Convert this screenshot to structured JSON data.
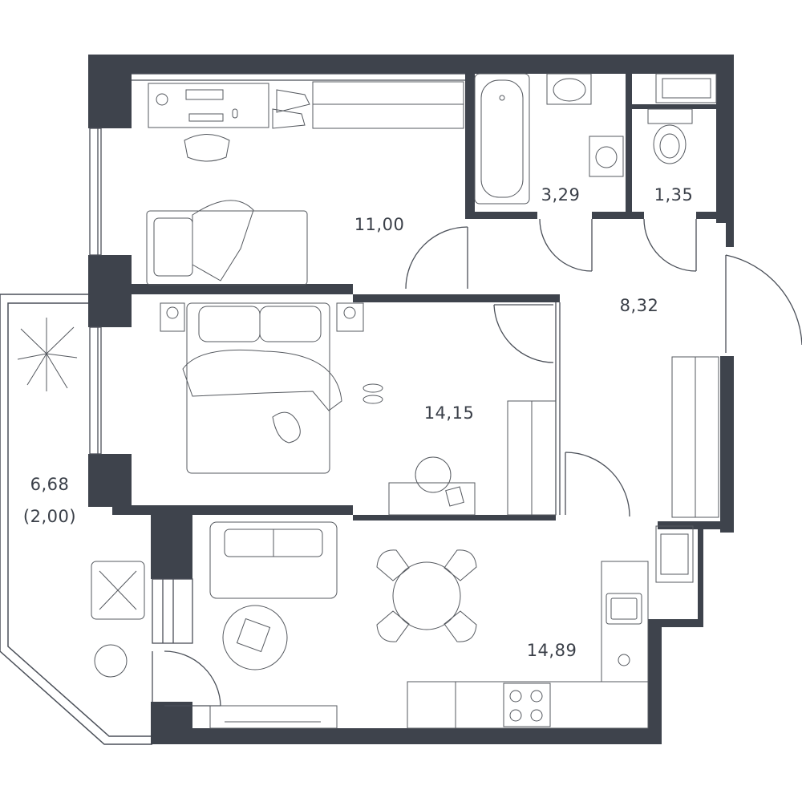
{
  "plan": {
    "wall_color": "#3e434c",
    "line_color": "#4a4f58",
    "rooms": [
      {
        "id": "bedroom-small",
        "area": "11,00"
      },
      {
        "id": "bathroom",
        "area": "3,29"
      },
      {
        "id": "toilet",
        "area": "1,35"
      },
      {
        "id": "hallway",
        "area": "8,32"
      },
      {
        "id": "bedroom-large",
        "area": "14,15"
      },
      {
        "id": "kitchen-living",
        "area": "14,89"
      },
      {
        "id": "balcony",
        "area": "6,68",
        "reduced_area": "(2,00)"
      }
    ]
  }
}
